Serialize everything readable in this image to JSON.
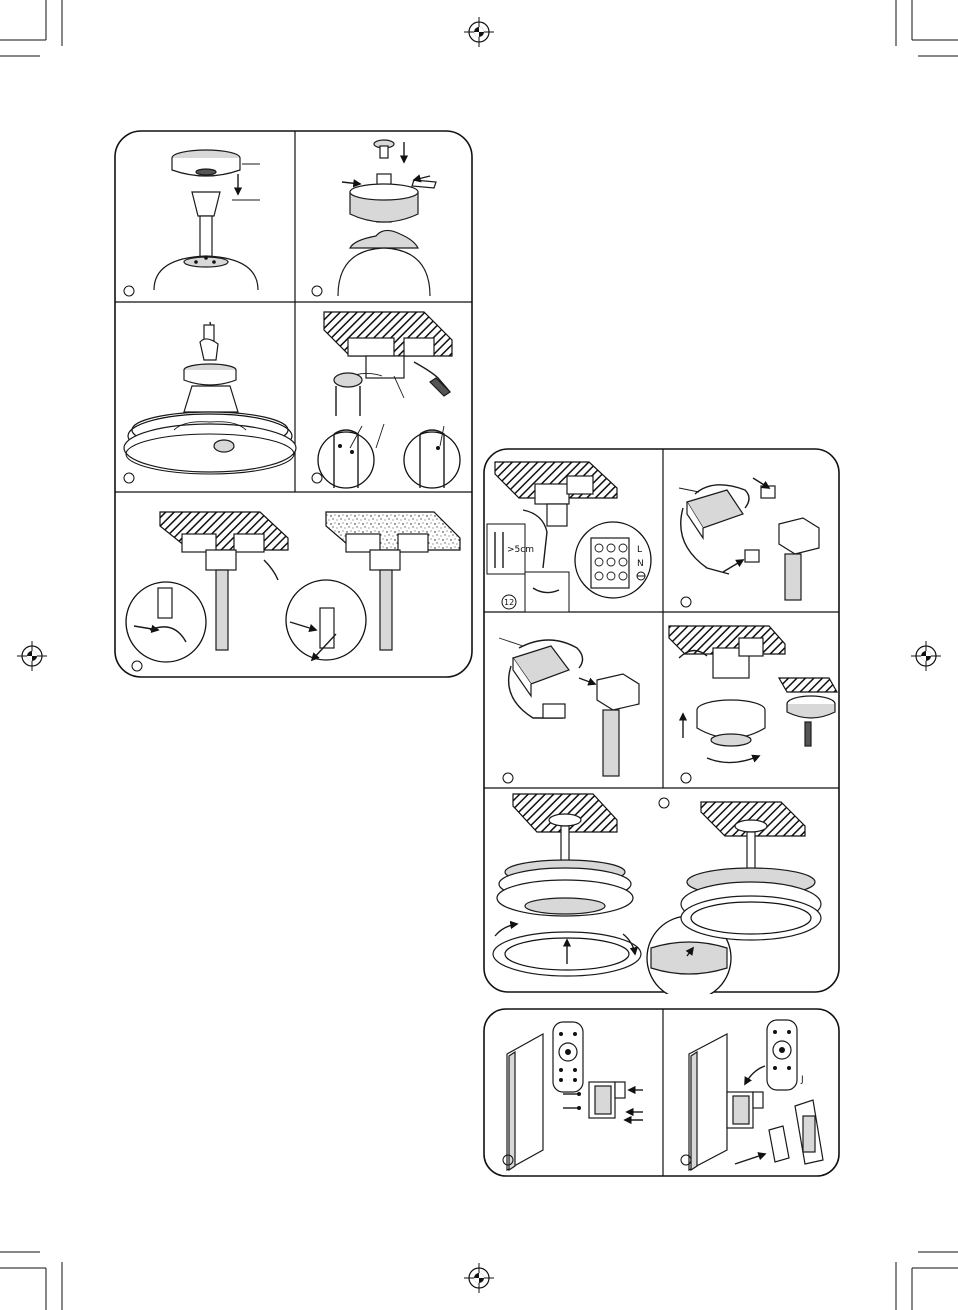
{
  "labels": {
    "clearance": ">5cm",
    "step_12": "12",
    "terminal_L": "L",
    "terminal_N": "N",
    "remote_J": "J"
  },
  "colors": {
    "line": "#1a1a1a",
    "fill_light": "#d8d8d8",
    "fill_dark": "#555555",
    "background": "#ffffff"
  },
  "icons": [
    "registration-mark-icon",
    "crop-mark-icon",
    "arrow-icon",
    "screw-icon",
    "remote-control-icon",
    "battery-icon"
  ]
}
